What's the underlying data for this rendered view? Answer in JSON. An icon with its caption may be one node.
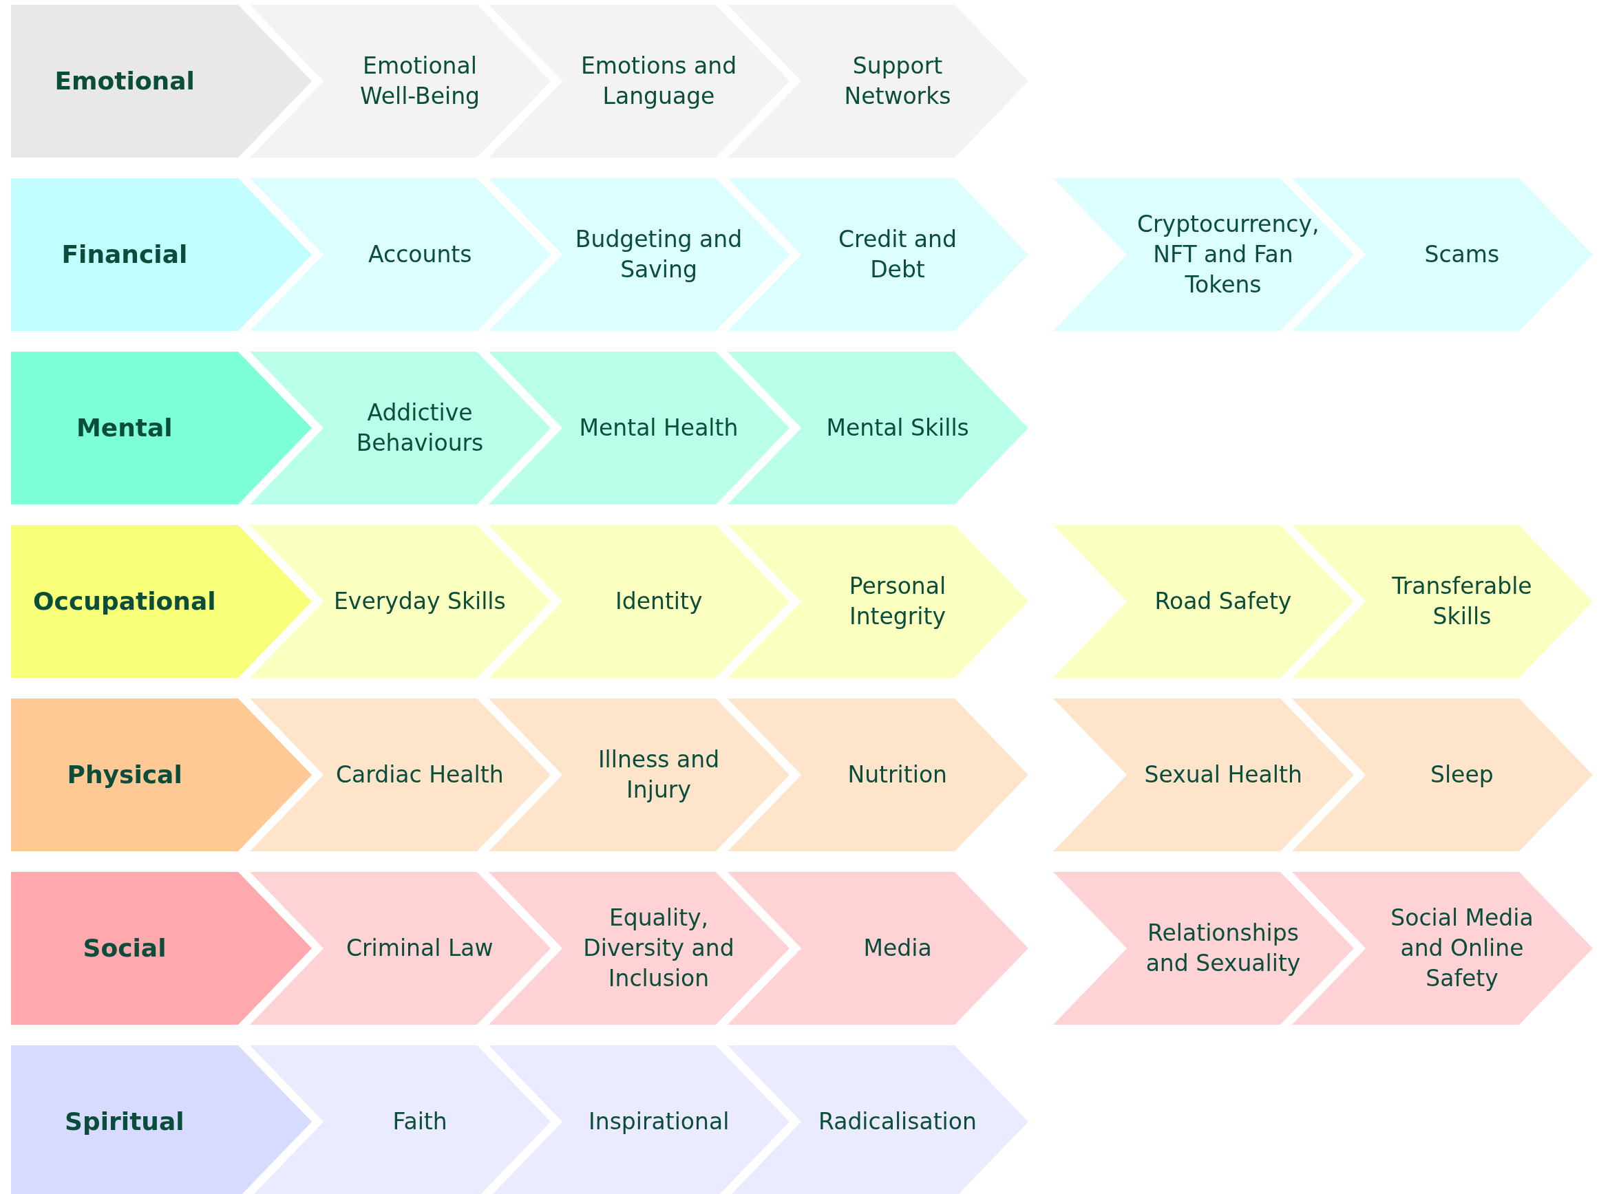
{
  "diagram": {
    "nodes": [
      {
        "text": [
          "Emotional"
        ]
      },
      {
        "text": [
          "Emotional Well-Being"
        ]
      },
      {
        "text": [
          "Emotions and Language"
        ]
      },
      {
        "text": [
          "Support Networks"
        ]
      },
      {
        "text": [
          "Financial"
        ]
      },
      {
        "text": [
          "Accounts"
        ]
      },
      {
        "text": [
          "Budgeting and Saving"
        ]
      },
      {
        "text": [
          "Credit and Debt"
        ]
      },
      {
        "text": [
          "Cryptocurrency, NFT and Fan Tokens"
        ]
      },
      {
        "text": [
          "Scams"
        ]
      },
      {
        "text": [
          "Mental"
        ]
      },
      {
        "text": [
          "Addictive Behaviours"
        ]
      },
      {
        "text": [
          "Mental Health"
        ]
      },
      {
        "text": [
          "Mental Skills"
        ]
      },
      {
        "text": [
          "Occupational"
        ]
      },
      {
        "text": [
          "Everyday Skills"
        ]
      },
      {
        "text": [
          "Identity"
        ]
      },
      {
        "text": [
          "Personal Integrity"
        ]
      },
      {
        "text": [
          "Road Safety"
        ]
      },
      {
        "text": [
          "Transferable Skills"
        ]
      },
      {
        "text": [
          "Physical"
        ]
      },
      {
        "text": [
          "Cardiac Health"
        ]
      },
      {
        "text": [
          "Illness and Injury"
        ]
      },
      {
        "text": [
          "Nutrition"
        ]
      },
      {
        "text": [
          "Sexual Health"
        ]
      },
      {
        "text": [
          "Sleep"
        ]
      },
      {
        "text": [
          "Social"
        ]
      },
      {
        "text": [
          "Criminal Law"
        ]
      },
      {
        "text": [
          "Equality, Diversity and Inclusion"
        ]
      },
      {
        "text": [
          "Media"
        ]
      },
      {
        "text": [
          "Relationships and Sexuality"
        ]
      },
      {
        "text": [
          "Social Media and Online Safety"
        ]
      },
      {
        "text": [
          "Spiritual"
        ]
      },
      {
        "text": [
          "Faith"
        ]
      },
      {
        "text": [
          "Inspirational"
        ]
      },
      {
        "text": [
          "Radicalisation"
        ]
      }
    ]
  }
}
